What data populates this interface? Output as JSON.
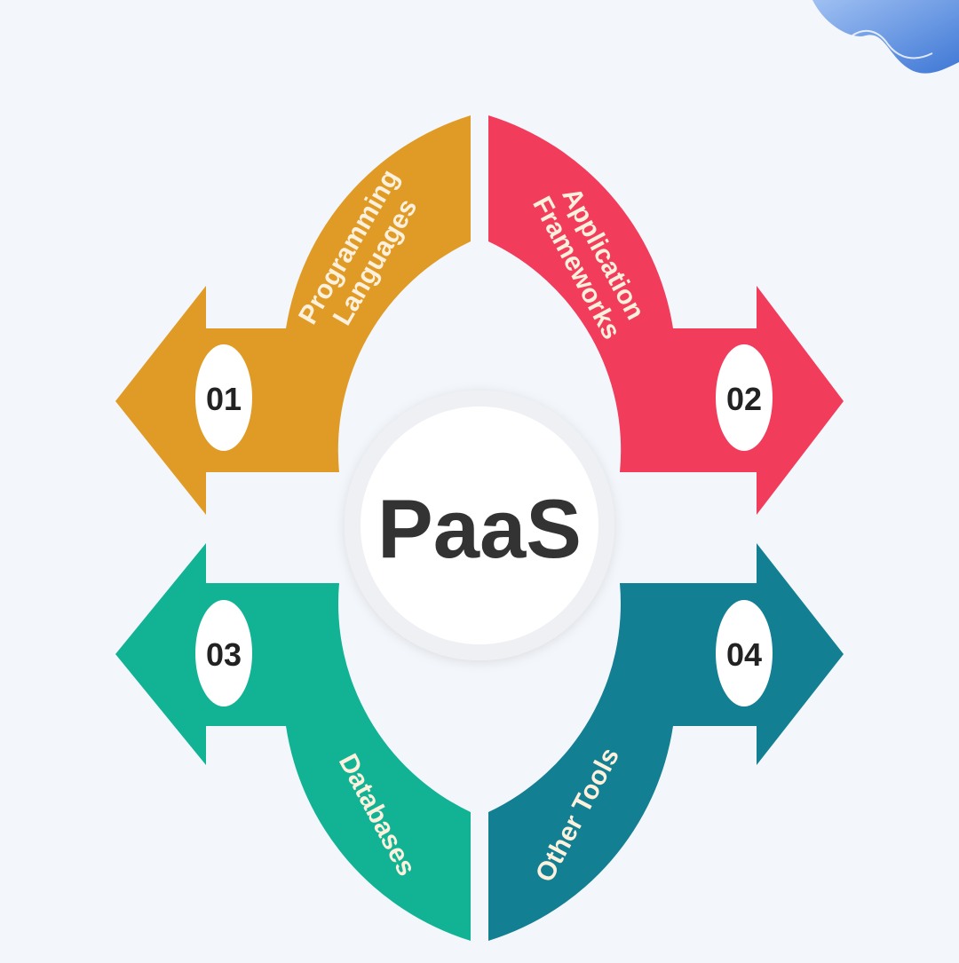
{
  "center": {
    "title": "PaaS"
  },
  "segments": [
    {
      "number": "01",
      "label_lines": [
        "Programming",
        "Languages"
      ],
      "color": "#e09b27"
    },
    {
      "number": "02",
      "label_lines": [
        "Application",
        "Frameworks"
      ],
      "color": "#f23c5c"
    },
    {
      "number": "03",
      "label_lines": [
        "Databases"
      ],
      "color": "#12b395"
    },
    {
      "number": "04",
      "label_lines": [
        "Other Tools"
      ],
      "color": "#127f92"
    }
  ],
  "colors": {
    "background": "#f3f6fa",
    "decoration": "#4f86db",
    "center_fill": "#ffffff",
    "center_ring": "#eef0f4",
    "title_text": "#333333",
    "badge_text": "#222222",
    "label_text": "#fdf0dc"
  }
}
